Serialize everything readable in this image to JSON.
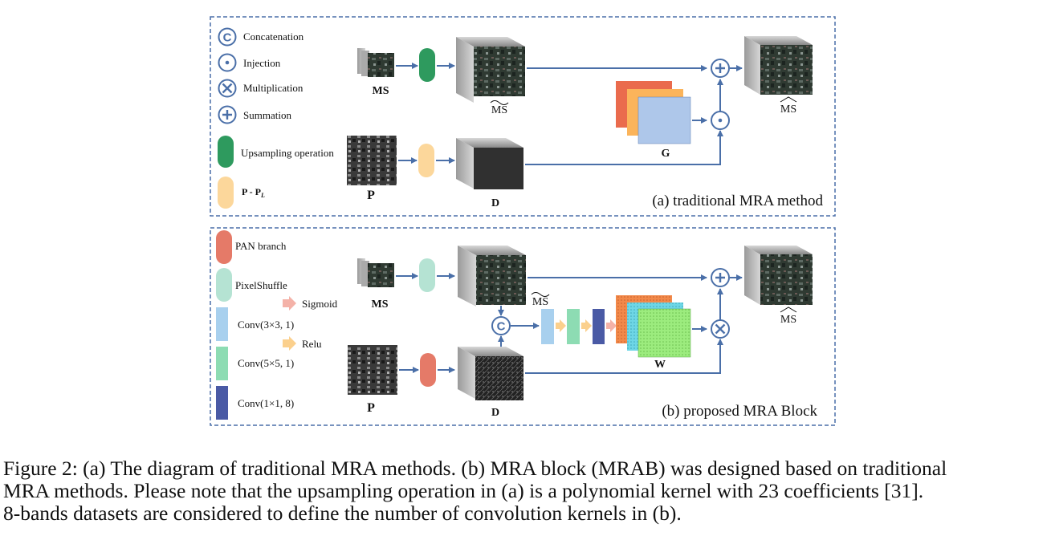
{
  "panel_a": {
    "legend": {
      "concatenation": "Concatenation",
      "injection": "Injection",
      "multiplication": "Multiplication",
      "summation": "Summation",
      "upsampling": "Upsampling operation",
      "p_minus_pl": "P - P",
      "p_minus_pl_sub": "L"
    },
    "ms_label": "MS",
    "ms_tilde_label": "MS",
    "g_label": "G",
    "ms_hat_label": "MS",
    "p_label": "P",
    "d_label": "D",
    "title": "(a) traditional MRA method",
    "symbols": {
      "concat": "C",
      "inject": "·",
      "mult": "×",
      "sum": "+"
    }
  },
  "panel_b": {
    "legend": {
      "pan_branch": "PAN branch",
      "pixelshuffle": "PixelShuffle",
      "sigmoid": "Sigmoid",
      "conv3": "Conv(3×3, 1)",
      "relu": "Relu",
      "conv5": "Conv(5×5, 1)",
      "conv1": "Conv(1×1, 8)"
    },
    "ms_label": "MS",
    "ms_tilde_label": "MS",
    "w_label": "W",
    "ms_hat_label": "MS",
    "p_label": "P",
    "d_label": "D",
    "title": "(b) proposed MRA Block"
  },
  "colors": {
    "arrow": "#4a6fa8",
    "dash_border": "#4a6fa8",
    "upsampling_green": "#2e9a5e",
    "p_minus_pl_orange": "#fcd79b",
    "pan_branch": "#e57a68",
    "pixelshuffle": "#b5e3d3",
    "conv3": "#a8d0ee",
    "conv5": "#8ddcb3",
    "conv1": "#4a5aa5",
    "sigmoid_arrow": "#f4b2a8",
    "relu_arrow": "#fbd08d",
    "g_red": "#ea6b4d",
    "g_orange": "#fbb45b",
    "g_blue": "#aec7ea",
    "w_orange": "#f2894a",
    "w_cyan": "#6ed6e6",
    "w_green": "#9cec7e"
  },
  "caption": {
    "line1": "Figure 2: (a) The diagram of traditional MRA methods. (b) MRA block (MRAB) was designed based on traditional",
    "line2": "MRA methods. Please note that the upsampling operation in (a) is a polynomial kernel with 23 coefficients [31].",
    "line3": "8-bands datasets are considered to define the number of convolution kernels in (b)."
  }
}
